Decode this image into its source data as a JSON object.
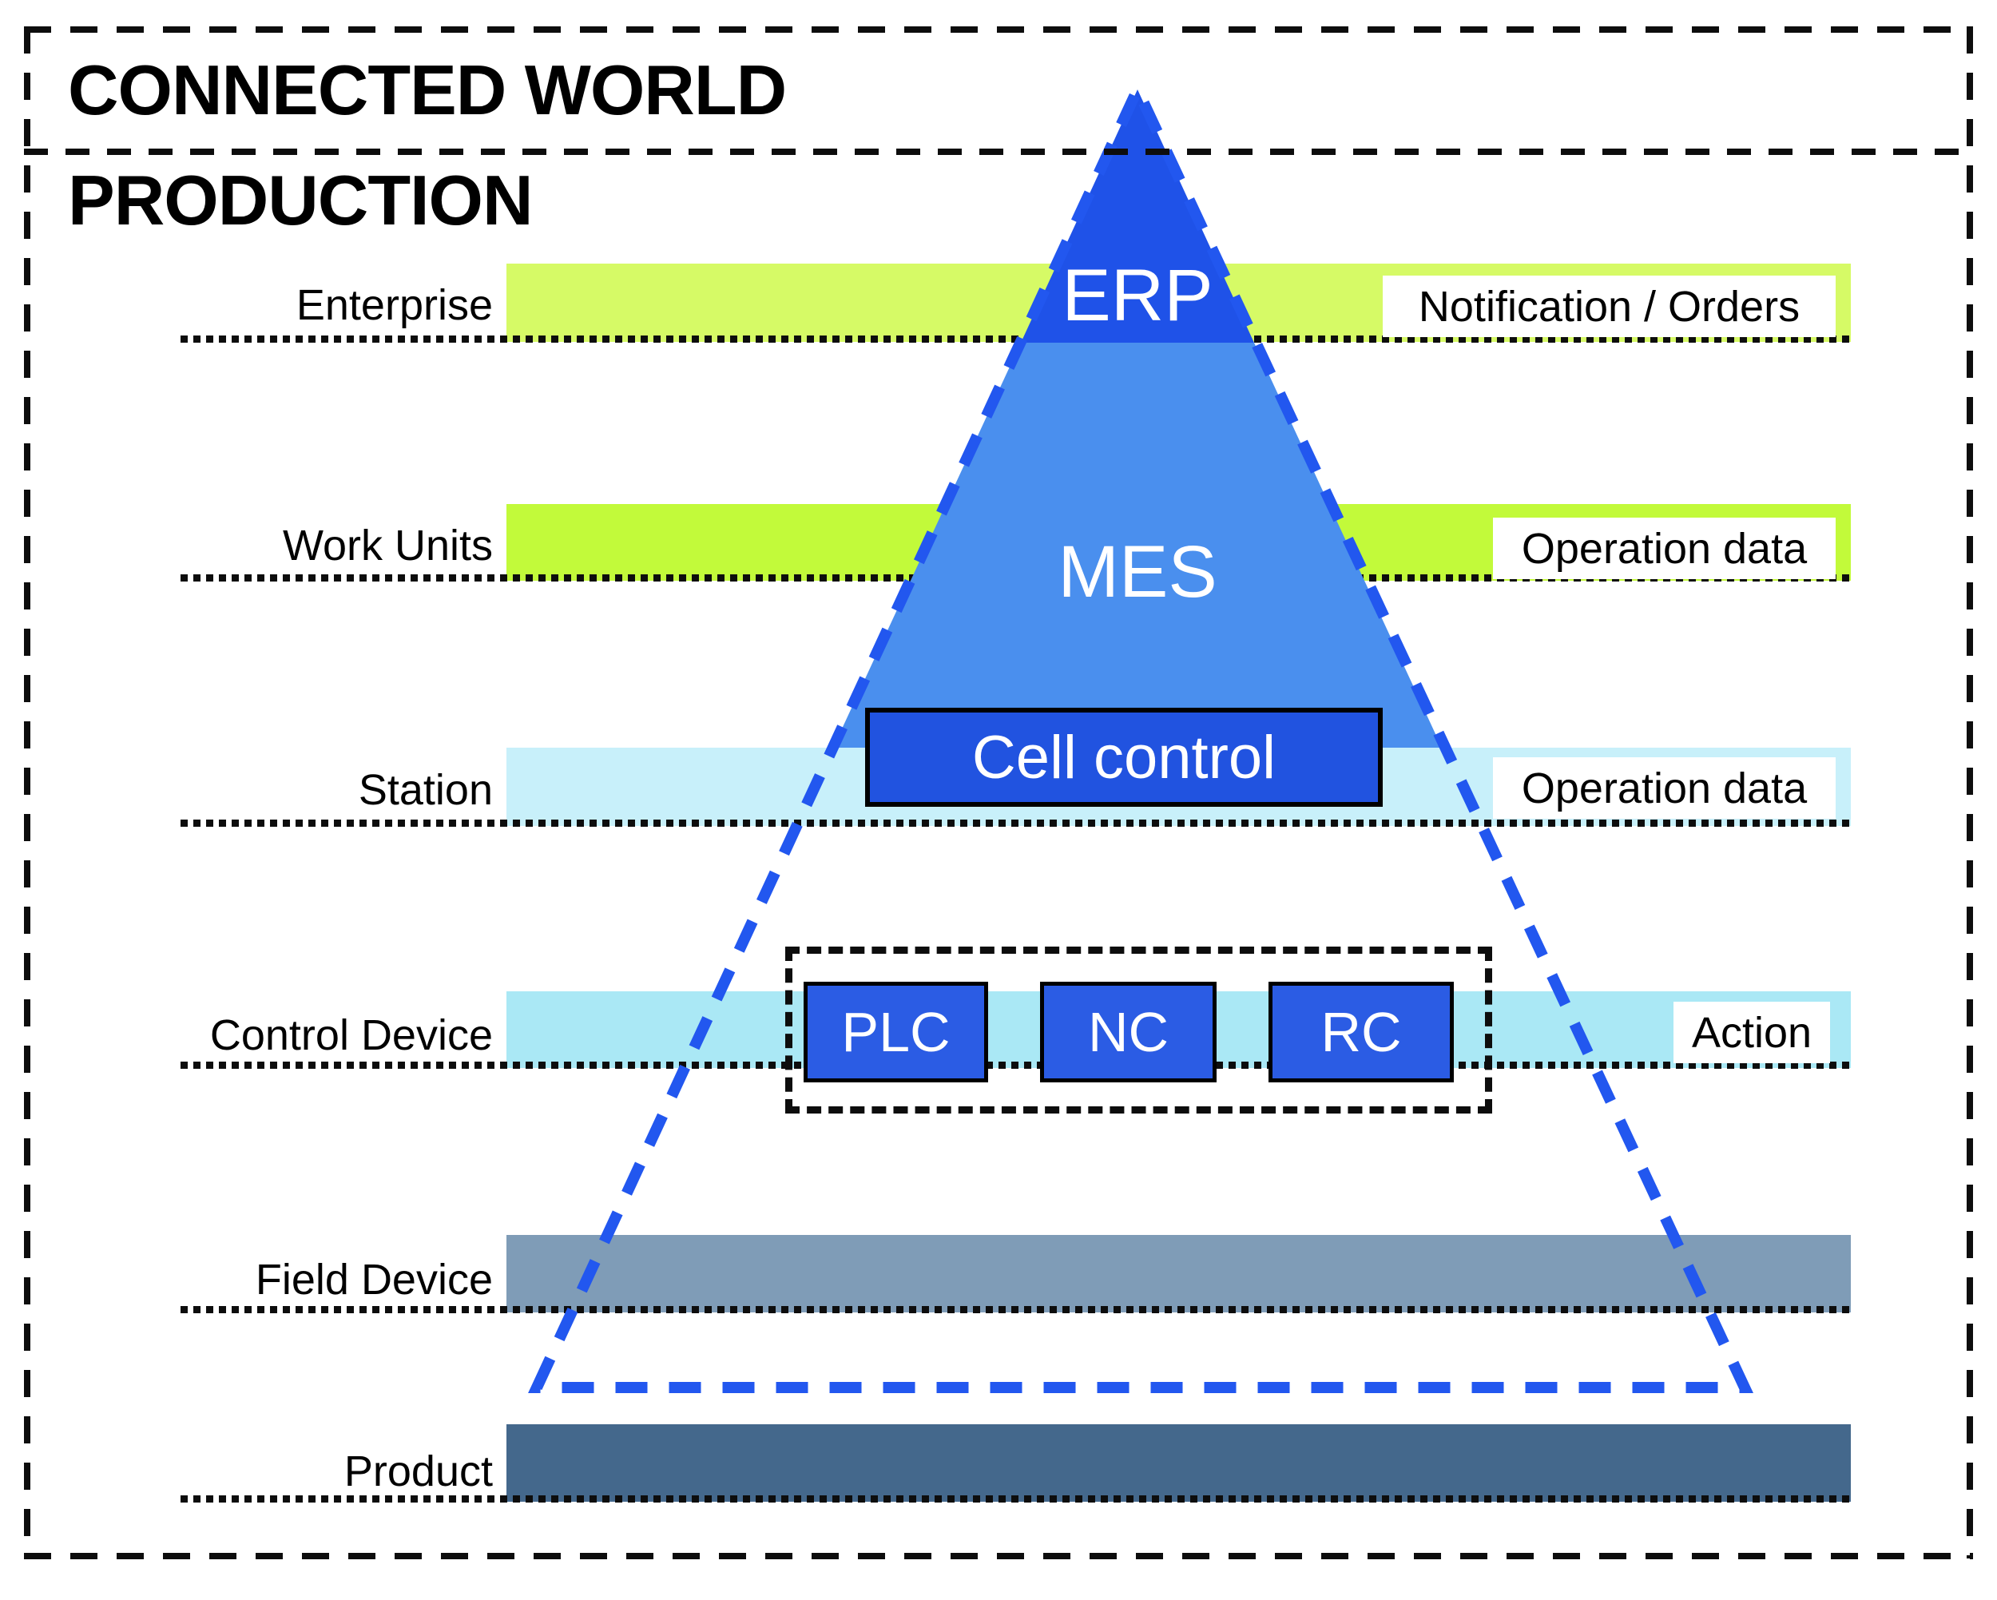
{
  "header": {
    "connected_world": "CONNECTED WORLD",
    "production": "PRODUCTION"
  },
  "levels": [
    {
      "label": "Enterprise",
      "annotation": "Notification / Orders",
      "bar_color": "#d6fa66"
    },
    {
      "label": "Work Units",
      "annotation": "Operation data",
      "bar_color": "#c2fa3a"
    },
    {
      "label": "Station",
      "annotation": "Operation data",
      "bar_color": "#c8f0fa"
    },
    {
      "label": "Control Device",
      "annotation": "Action",
      "bar_color": "#aae8f5"
    },
    {
      "label": "Field Device",
      "annotation": "",
      "bar_color": "#7f9cb7"
    },
    {
      "label": "Product",
      "annotation": "",
      "bar_color": "#44688c"
    }
  ],
  "pyramid": {
    "top_label": "ERP",
    "middle_label": "MES",
    "cell_label": "Cell control",
    "controllers": [
      "PLC",
      "NC",
      "RC"
    ],
    "colors": {
      "erp_fill": "#1f52e8",
      "mes_fill": "#4a8fee",
      "cell_box": "#2153e0",
      "controller_box": "#2b5ce4",
      "outline": "#2257ef"
    }
  }
}
